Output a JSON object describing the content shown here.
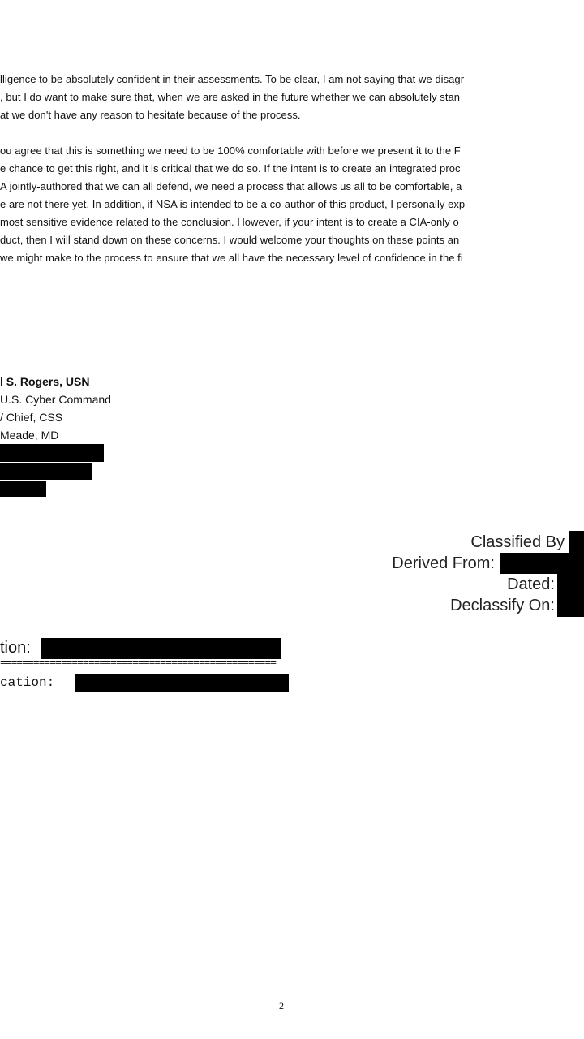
{
  "paragraph1": [
    "lligence to be absolutely confident in their assessments. To be clear, I am not saying that we disagr",
    ", but I do want to make sure that, when we are asked in the future whether we can absolutely stan",
    "at we don't have any reason to hesitate because of the process."
  ],
  "paragraph2": [
    "ou agree that this is something we need to be 100% comfortable with before we present it to the F",
    "e chance to get this right, and it is critical that we do so. If the intent is to create an integrated proc",
    "A jointly-authored that we can all defend, we need a process that allows us all to be comfortable, a",
    "e are not there yet. In addition, if NSA is intended to be a co-author of this product, I personally exp",
    "most sensitive evidence related to the conclusion. However, if your intent is to create a CIA-only o",
    "duct, then I will stand down on these concerns. I would welcome your thoughts on these points an",
    "we might make to the process to ensure that we all have the necessary level of confidence in the fi"
  ],
  "signature": {
    "name": "l S. Rogers, USN",
    "line2": " U.S. Cyber Command",
    "line3": " / Chief, CSS",
    "line4": " Meade, MD"
  },
  "classification_block": {
    "classified_by": "Classified By",
    "derived_from": "Derived From:",
    "dated": "Dated:",
    "declassify_on": "Declassify On:"
  },
  "footer_fields": {
    "field1_label": "tion:",
    "divider": "==================================================",
    "field2_label": "cation:"
  },
  "page_number": "2"
}
